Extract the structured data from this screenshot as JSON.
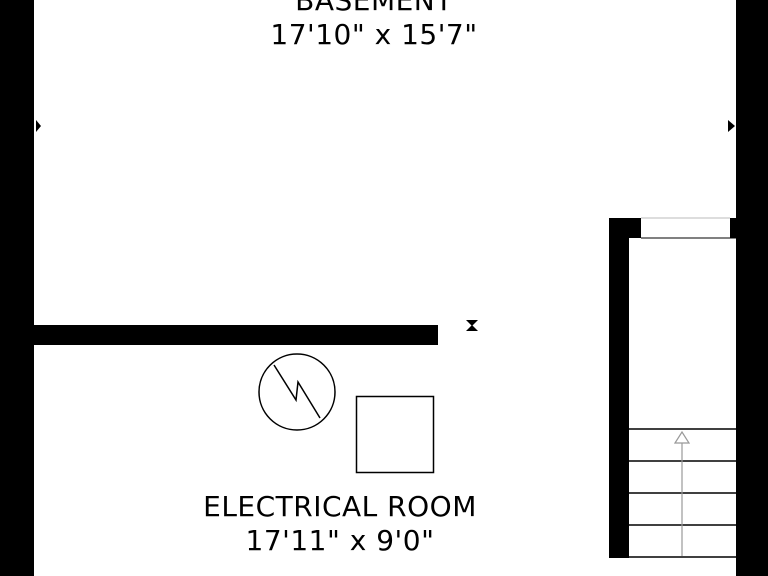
{
  "rooms": [
    {
      "name": "BASEMENT",
      "dimensions": "17'10\" x 15'7\""
    },
    {
      "name": "ELECTRICAL ROOM",
      "dimensions": "17'11\" x 9'0\""
    }
  ],
  "colors": {
    "wall": "#000000",
    "background": "#ffffff",
    "stair_arrow": "#999999"
  },
  "symbols": [
    "electrical-panel-icon",
    "water-heater-box",
    "stair-direction-arrow",
    "door-swing-marker"
  ]
}
